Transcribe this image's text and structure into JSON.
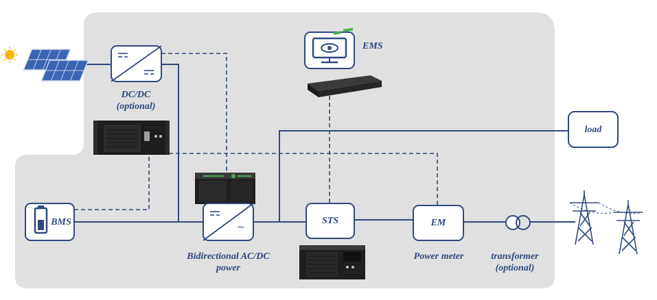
{
  "colors": {
    "panel_bg": "#e0e0e0",
    "line": "#2e4a7d",
    "box_fill": "#ffffff",
    "device": "#1e1e1e",
    "device_green": "#4caf50"
  },
  "icons": {
    "solar": "solar-panel-icon",
    "sun": "sun-icon",
    "battery": "battery-icon",
    "monitor": "monitor-eye-icon",
    "transformer": "transformer-icon",
    "pylon": "transmission-tower-icon"
  },
  "labels": {
    "dcdc_line1": "DC/DC",
    "dcdc_line2": "(optional)",
    "ems": "EMS",
    "load": "load",
    "bms": "BMS",
    "sts": "STS",
    "em": "EM",
    "bidir_line1": "Bidirectional AC/DC",
    "bidir_line2": "power",
    "power_meter": "Power meter",
    "transformer_line1": "transformer",
    "transformer_line2": "(optional)"
  },
  "symbols": {
    "dc_dc_out": "=",
    "ac_dc_out": "~"
  }
}
